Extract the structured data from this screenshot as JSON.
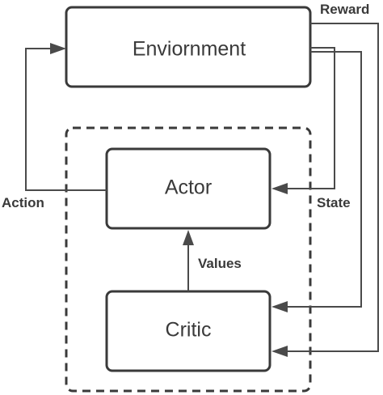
{
  "nodes": {
    "environment": "Enviornment",
    "actor": "Actor",
    "critic": "Critic"
  },
  "edges": {
    "reward": "Reward",
    "state": "State",
    "action": "Action",
    "values": "Values"
  }
}
